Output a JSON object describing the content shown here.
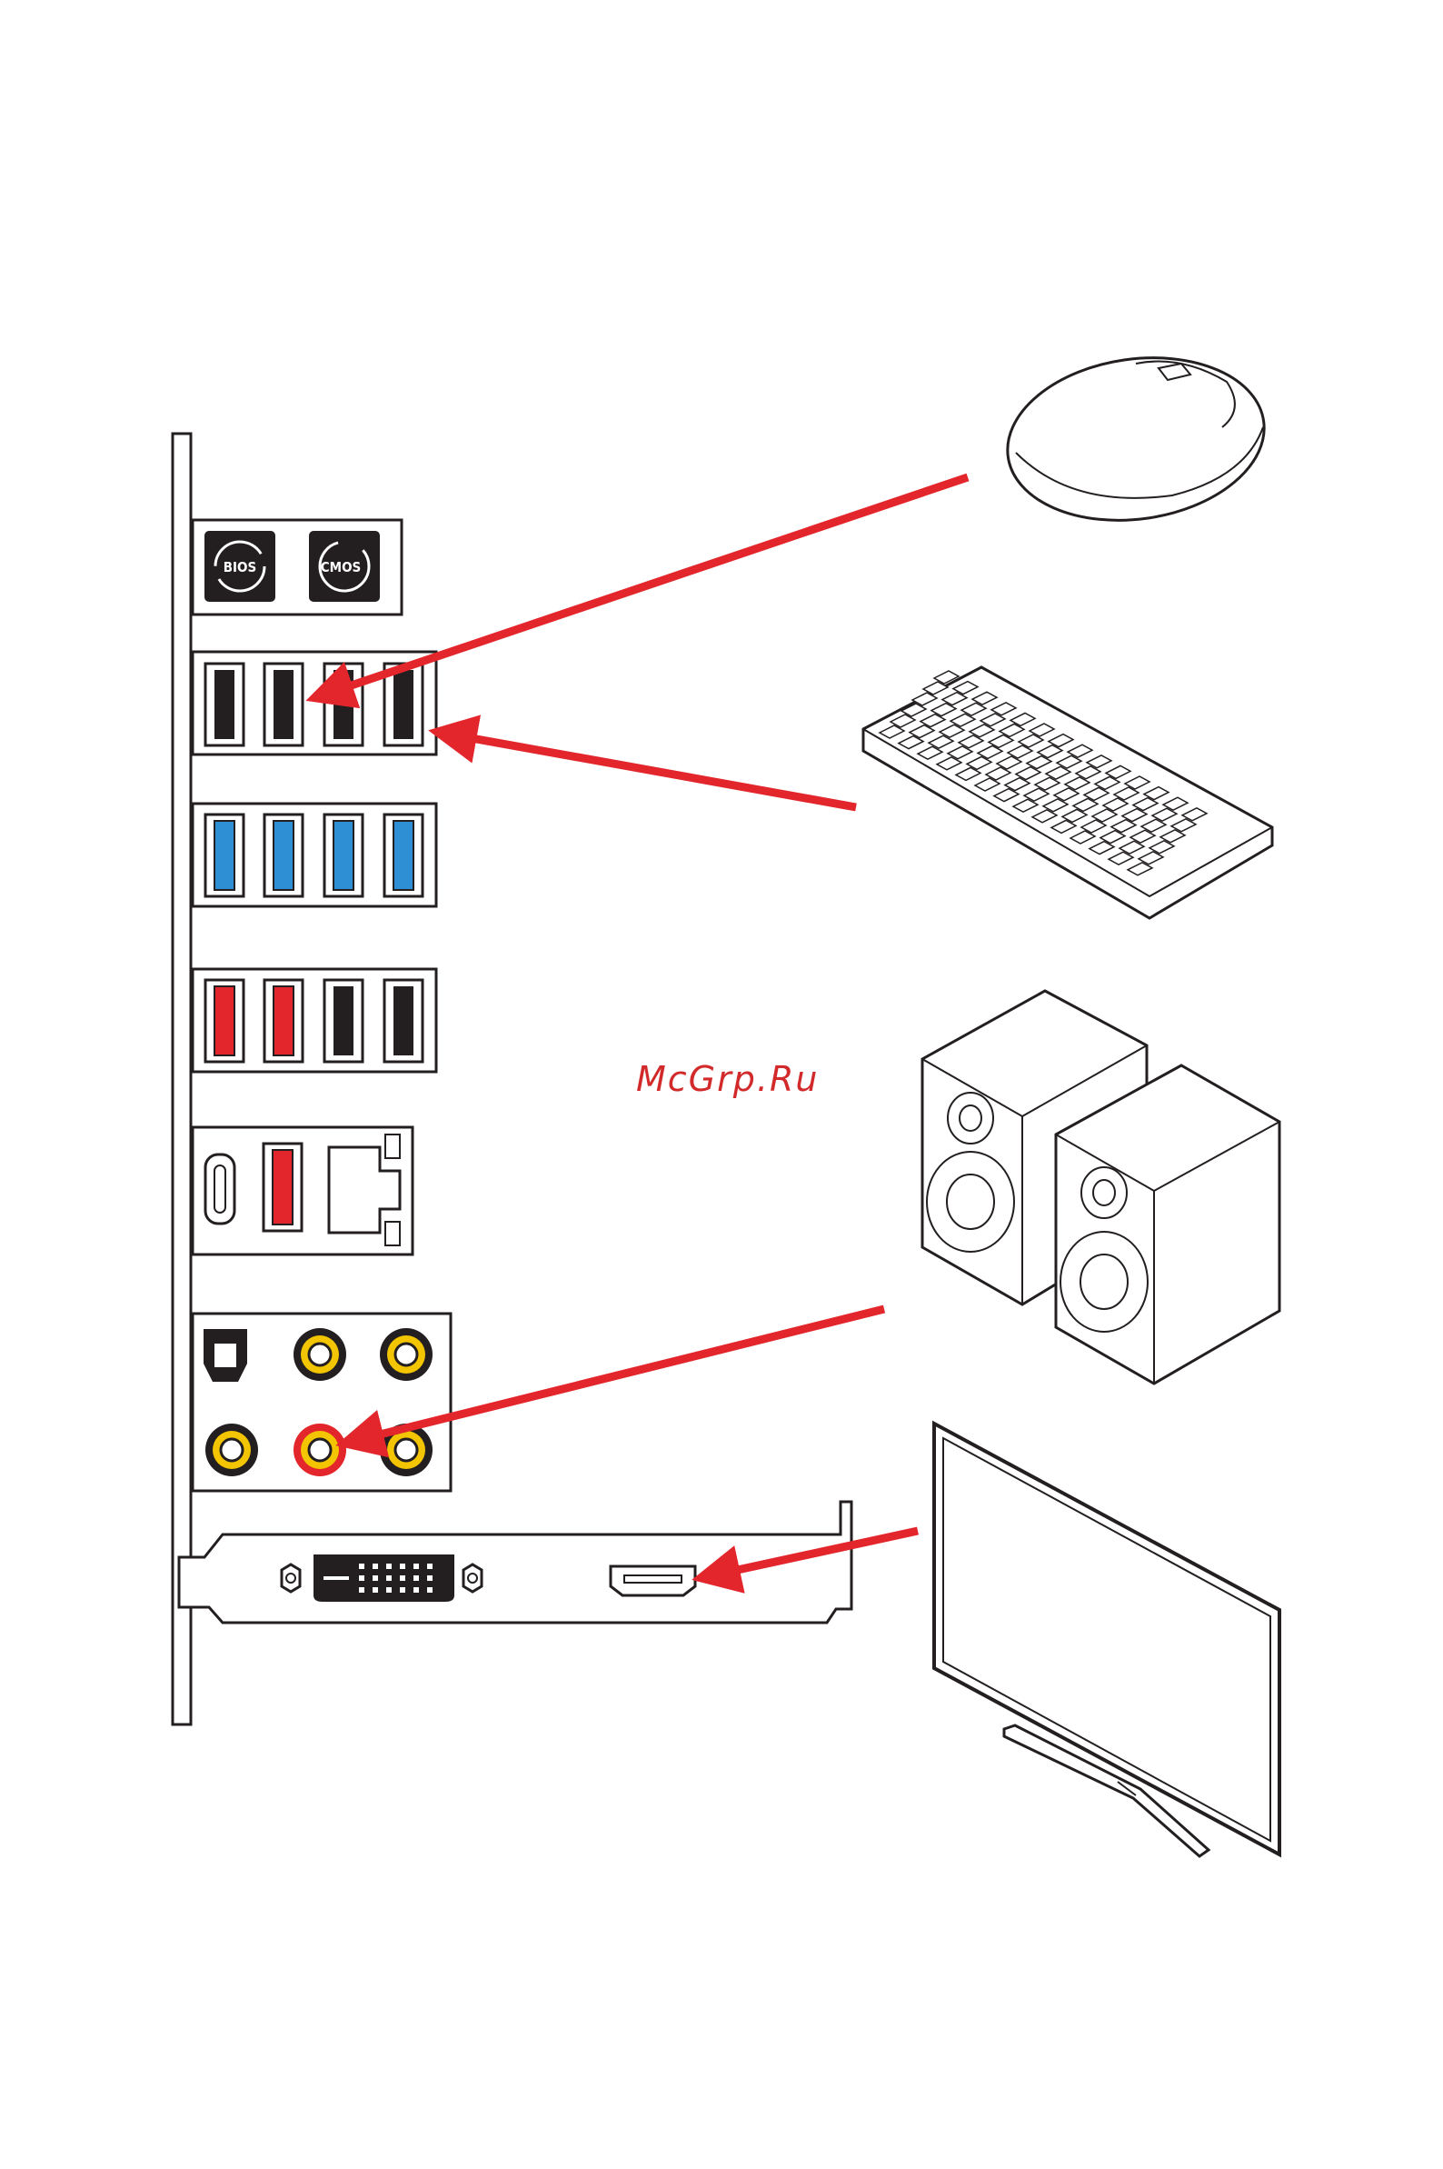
{
  "watermark": "McGrp.Ru",
  "panel_buttons": {
    "bios_label": "BIOS",
    "cmos_label": "CMOS"
  },
  "colors": {
    "arrow": "#e3262b",
    "usb3_blue": "#2f8fd4",
    "usb_red": "#e3262b",
    "audio_yellow": "#f2c500",
    "port_black": "#231f20"
  },
  "icons": [
    "mouse-icon",
    "keyboard-icon",
    "speakers-icon",
    "monitor-icon"
  ]
}
